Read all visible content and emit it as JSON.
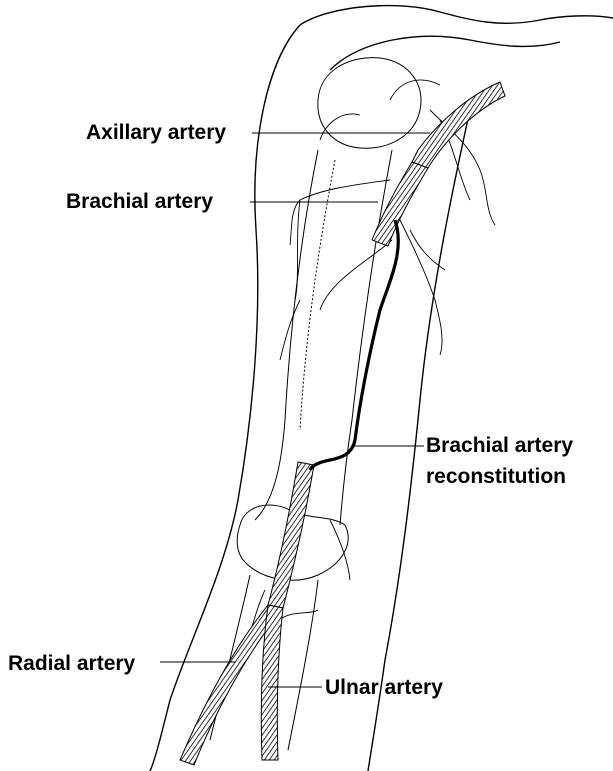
{
  "labels": {
    "axillary": "Axillary artery",
    "brachial": "Brachial artery",
    "reconstitution_line1": "Brachial artery",
    "reconstitution_line2": "reconstitution",
    "radial": "Radial artery",
    "ulnar": "Ulnar artery"
  },
  "colors": {
    "ink": "#000000",
    "background": "#ffffff"
  }
}
